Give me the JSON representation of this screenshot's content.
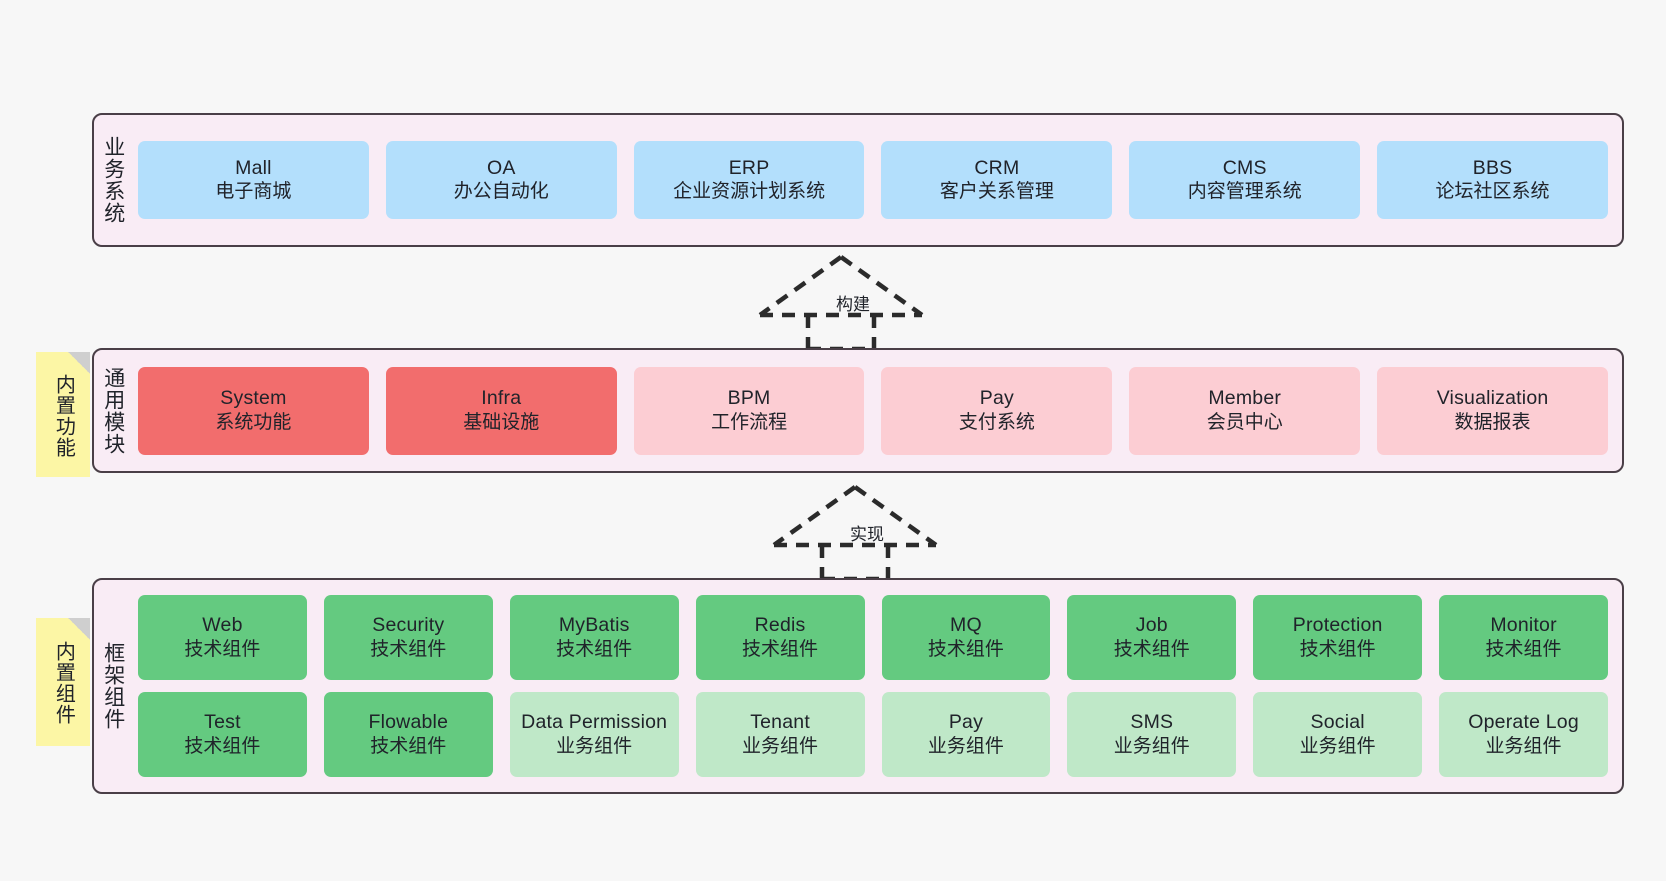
{
  "diagram": {
    "background_color": "#f7f7f7",
    "layer_fill": "#f9ecf5",
    "layer_border": "#4a3f47"
  },
  "notes": [
    {
      "id": "builtin-function",
      "label": "内置功能",
      "color": "#fcf6a5"
    },
    {
      "id": "builtin-component",
      "label": "内置组件",
      "color": "#fcf6a5"
    }
  ],
  "connectors": [
    {
      "id": "build",
      "label": "构建",
      "style": "dashed-generalization",
      "from": "通用模块",
      "to": "业务系统"
    },
    {
      "id": "impl",
      "label": "实现",
      "style": "dashed-generalization",
      "from": "框架组件",
      "to": "通用模块"
    }
  ],
  "layers": [
    {
      "id": "business",
      "title": "业务系统",
      "accent": "#b3dffc",
      "nodes": [
        {
          "en": "Mall",
          "cn": "电子商城",
          "fill": "#b3dffc"
        },
        {
          "en": "OA",
          "cn": "办公自动化",
          "fill": "#b3dffc"
        },
        {
          "en": "ERP",
          "cn": "企业资源计划系统",
          "fill": "#b3dffc"
        },
        {
          "en": "CRM",
          "cn": "客户关系管理",
          "fill": "#b3dffc"
        },
        {
          "en": "CMS",
          "cn": "内容管理系统",
          "fill": "#b3dffc"
        },
        {
          "en": "BBS",
          "cn": "论坛社区系统",
          "fill": "#b3dffc"
        }
      ]
    },
    {
      "id": "common",
      "title": "通用模块",
      "accent": "#f26d6d",
      "nodes": [
        {
          "en": "System",
          "cn": "系统功能",
          "fill": "#f26d6d"
        },
        {
          "en": "Infra",
          "cn": "基础设施",
          "fill": "#f26d6d"
        },
        {
          "en": "BPM",
          "cn": "工作流程",
          "fill": "#fccdd3"
        },
        {
          "en": "Pay",
          "cn": "支付系统",
          "fill": "#fccdd3"
        },
        {
          "en": "Member",
          "cn": "会员中心",
          "fill": "#fccdd3"
        },
        {
          "en": "Visualization",
          "cn": "数据报表",
          "fill": "#fccdd3"
        }
      ]
    },
    {
      "id": "framework",
      "title": "框架组件",
      "accent": "#64ca80",
      "rows": [
        [
          {
            "en": "Web",
            "cn": "技术组件",
            "fill": "#64ca80"
          },
          {
            "en": "Security",
            "cn": "技术组件",
            "fill": "#64ca80"
          },
          {
            "en": "MyBatis",
            "cn": "技术组件",
            "fill": "#64ca80"
          },
          {
            "en": "Redis",
            "cn": "技术组件",
            "fill": "#64ca80"
          },
          {
            "en": "MQ",
            "cn": "技术组件",
            "fill": "#64ca80"
          },
          {
            "en": "Job",
            "cn": "技术组件",
            "fill": "#64ca80"
          },
          {
            "en": "Protection",
            "cn": "技术组件",
            "fill": "#64ca80"
          },
          {
            "en": "Monitor",
            "cn": "技术组件",
            "fill": "#64ca80"
          }
        ],
        [
          {
            "en": "Test",
            "cn": "技术组件",
            "fill": "#64ca80"
          },
          {
            "en": "Flowable",
            "cn": "技术组件",
            "fill": "#64ca80"
          },
          {
            "en": "Data Permission",
            "cn": "业务组件",
            "fill": "#bfe8c8"
          },
          {
            "en": "Tenant",
            "cn": "业务组件",
            "fill": "#bfe8c8"
          },
          {
            "en": "Pay",
            "cn": "业务组件",
            "fill": "#bfe8c8"
          },
          {
            "en": "SMS",
            "cn": "业务组件",
            "fill": "#bfe8c8"
          },
          {
            "en": "Social",
            "cn": "业务组件",
            "fill": "#bfe8c8"
          },
          {
            "en": "Operate Log",
            "cn": "业务组件",
            "fill": "#bfe8c8"
          }
        ]
      ]
    }
  ]
}
